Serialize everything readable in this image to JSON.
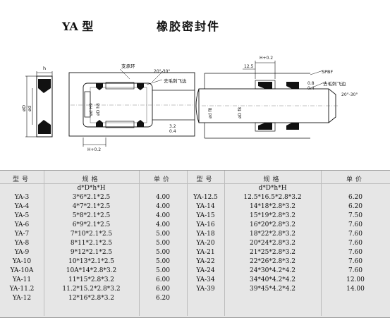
{
  "title": {
    "model": "YA 型",
    "product": "橡胶密封件"
  },
  "drawing": {
    "labels": {
      "support_ring": "支承环",
      "deburr_left": "去毛刺飞边",
      "deburr_right": "去毛刺飞边",
      "spec": "SPBF",
      "h": "h",
      "phi_D": "øD",
      "phi_d": "ød",
      "H_plus": "H+0.2",
      "H_top": "H+0.2",
      "angle_left": "20°-30°",
      "angle_right": "20°-30°",
      "dim_12_5": "12.5",
      "D_h8": "øD h8",
      "d_H9": "ød H9",
      "d_f8": "ød f8",
      "D_f8": "øD f8",
      "finish_1": "3.2",
      "finish_2": "0.4",
      "finish_3": "0.8",
      "finish_4": "0.4"
    }
  },
  "table": {
    "headers": {
      "model": "型号",
      "spec": "规格",
      "price": "单价"
    },
    "unit_row": "d*D*h*H",
    "left": [
      {
        "model": "YA-3",
        "spec": "3*6*2.1*2.5",
        "price": "4.00"
      },
      {
        "model": "YA-4",
        "spec": "4*7*2.1*2.5",
        "price": "4.00"
      },
      {
        "model": "YA-5",
        "spec": "5*8*2.1*2.5",
        "price": "4.00"
      },
      {
        "model": "YA-6",
        "spec": "6*9*2.1*2.5",
        "price": "4.00"
      },
      {
        "model": "YA-7",
        "spec": "7*10*2.1*2.5",
        "price": "5.00"
      },
      {
        "model": "YA-8",
        "spec": "8*11*2.1*2.5",
        "price": "5.00"
      },
      {
        "model": "YA-9",
        "spec": "9*12*2.1*2.5",
        "price": "5.00"
      },
      {
        "model": "YA-10",
        "spec": "10*13*2.1*2.5",
        "price": "5.00"
      },
      {
        "model": "YA-10A",
        "spec": "10A*14*2.8*3.2",
        "price": "5.00"
      },
      {
        "model": "YA-11",
        "spec": "11*15*2.8*3.2",
        "price": "6.00"
      },
      {
        "model": "YA-11.2",
        "spec": "11.2*15.2*2.8*3.2",
        "price": "6.00"
      },
      {
        "model": "YA-12",
        "spec": "12*16*2.8*3.2",
        "price": "6.20"
      }
    ],
    "right": [
      {
        "model": "YA-12.5",
        "spec": "12.5*16.5*2.8*3.2",
        "price": "6.20"
      },
      {
        "model": "YA-14",
        "spec": "14*18*2.8*3.2",
        "price": "6.20"
      },
      {
        "model": "YA-15",
        "spec": "15*19*2.8*3.2",
        "price": "7.50"
      },
      {
        "model": "YA-16",
        "spec": "16*20*2.8*3.2",
        "price": "7.60"
      },
      {
        "model": "YA-18",
        "spec": "18*22*2.8*3.2",
        "price": "7.60"
      },
      {
        "model": "YA-20",
        "spec": "20*24*2.8*3.2",
        "price": "7.60"
      },
      {
        "model": "YA-21",
        "spec": "21*25*2.8*3.2",
        "price": "7.60"
      },
      {
        "model": "YA-22",
        "spec": "22*26*2.8*3.2",
        "price": "7.60"
      },
      {
        "model": "YA-24",
        "spec": "24*30*4.2*4.2",
        "price": "7.60"
      },
      {
        "model": "YA-34",
        "spec": "34*40*4.2*4.2",
        "price": "12.00"
      },
      {
        "model": "YA-39",
        "spec": "39*45*4.2*4.2",
        "price": "14.00"
      }
    ]
  }
}
